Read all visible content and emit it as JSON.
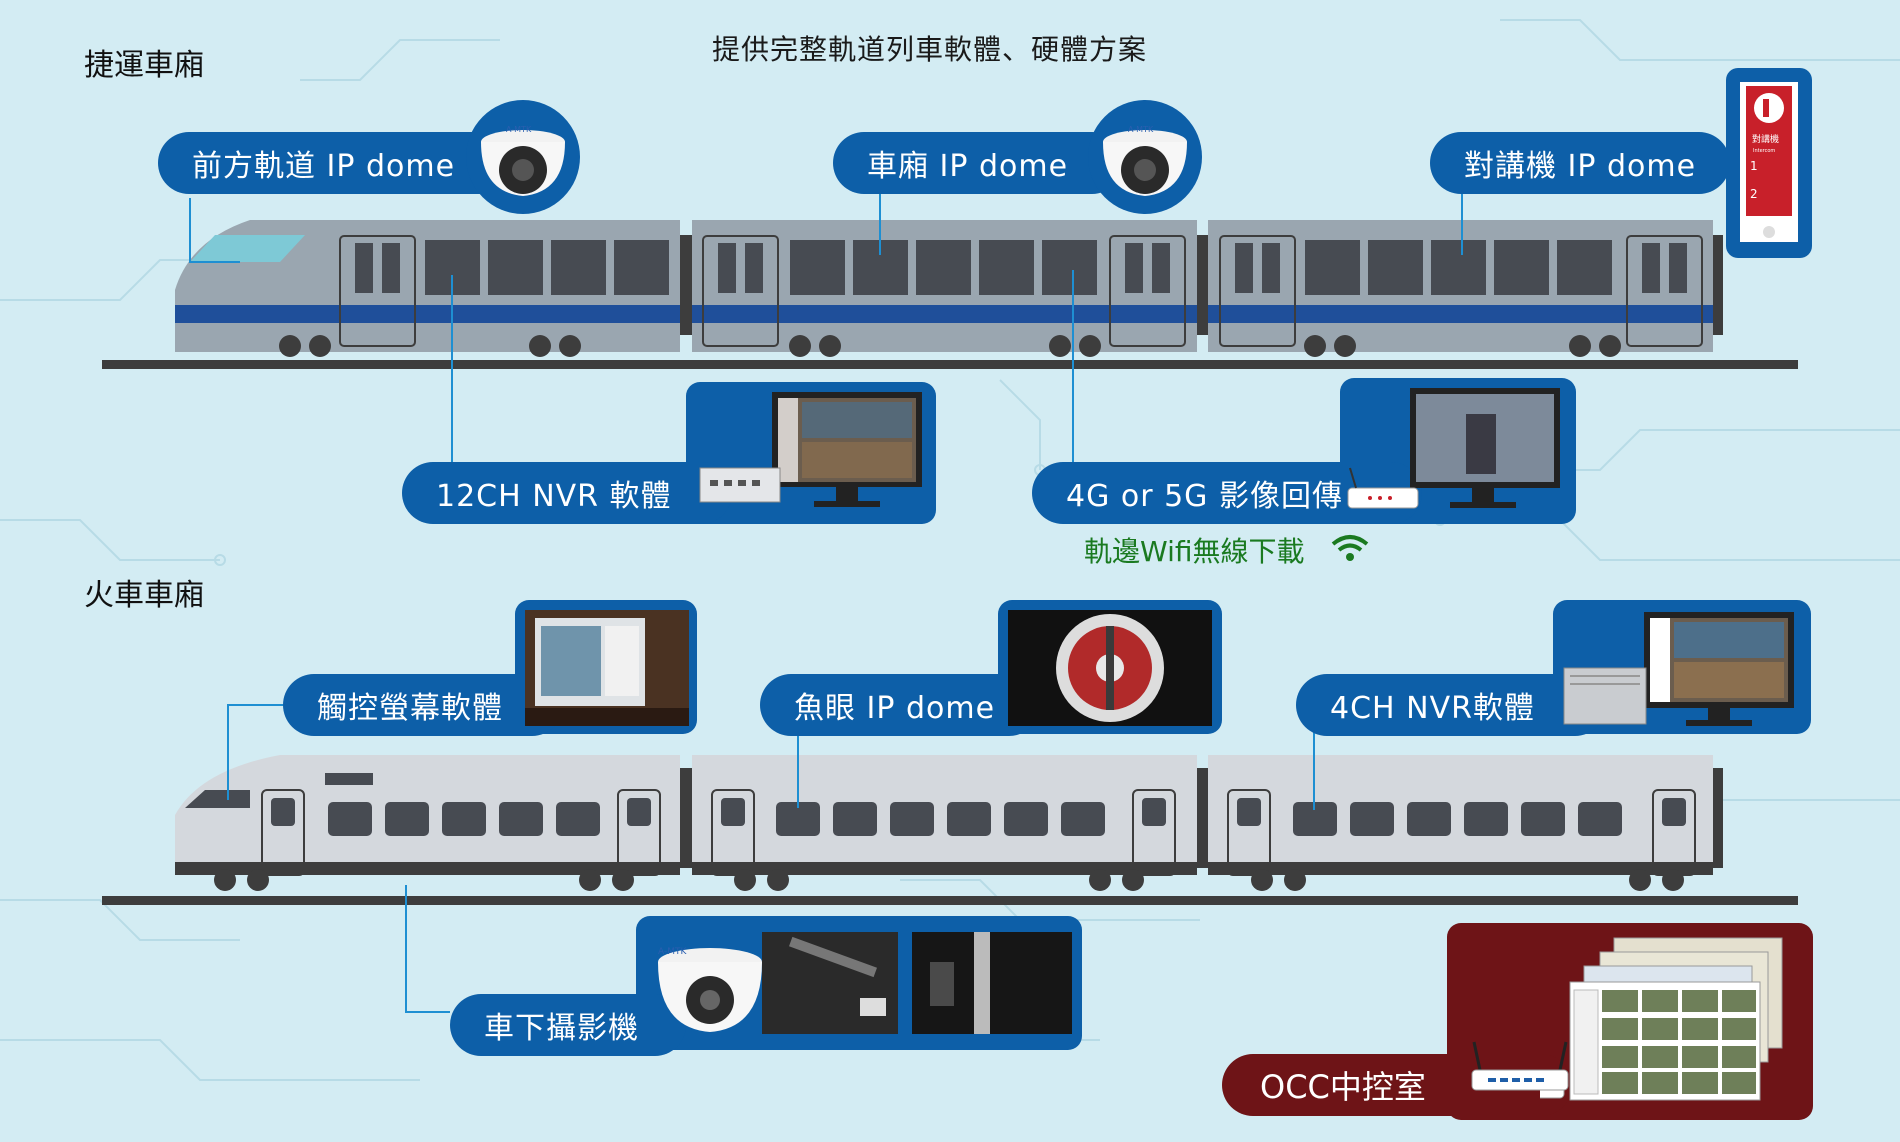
{
  "header": {
    "title": "提供完整軌道列車軟體、硬體方案"
  },
  "sections": {
    "mrt": "捷運車廂",
    "train": "火車車廂"
  },
  "mrt_labels": {
    "front_dome": "前方軌道 IP dome",
    "cabin_dome": "車廂 IP dome",
    "intercom_dome": "對講機 IP dome",
    "nvr12": "12CH NVR 軟體",
    "stream": "4G or 5G 影像回傳",
    "wifi": "軌邊Wifi無線下載"
  },
  "train_labels": {
    "touch": "觸控螢幕軟體",
    "fisheye": "魚眼 IP dome",
    "nvr4": "4CH NVR軟體",
    "under": "車下攝影機",
    "occ": "OCC中控室"
  },
  "intercom_sign": {
    "title": "對講機",
    "subtitle": "Intercom",
    "step1": "1",
    "step2": "2"
  },
  "camera_brand": "A-MTK",
  "colors": {
    "accent_blue": "#0d5fa8",
    "occ_red": "#6e1417",
    "wifi_green": "#1a7a20",
    "background": "#d3ecf3"
  }
}
